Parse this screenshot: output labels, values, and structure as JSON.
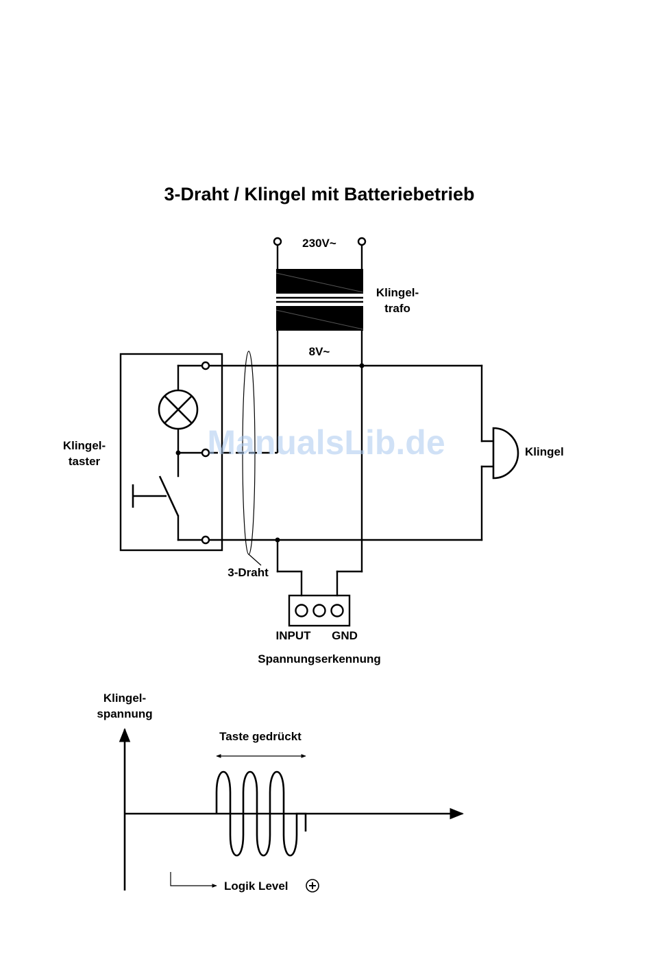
{
  "title": "3-Draht / Klingel mit Batteriebetrieb",
  "labels": {
    "voltage_primary": "230V~",
    "transformer_line1": "Klingel-",
    "transformer_line2": "trafo",
    "voltage_secondary": "8V~",
    "button_line1": "Klingel-",
    "button_line2": "taster",
    "bell": "Klingel",
    "cable": "3-Draht",
    "terminal_input": "INPUT",
    "terminal_gnd": "GND",
    "voltage_detection": "Spannungserkennung"
  },
  "graph": {
    "ylabel_line1": "Klingel-",
    "ylabel_line2": "spannung",
    "pressed": "Taste gedrückt",
    "logic_level": "Logik Level"
  },
  "watermark": "ManualsLib.de"
}
